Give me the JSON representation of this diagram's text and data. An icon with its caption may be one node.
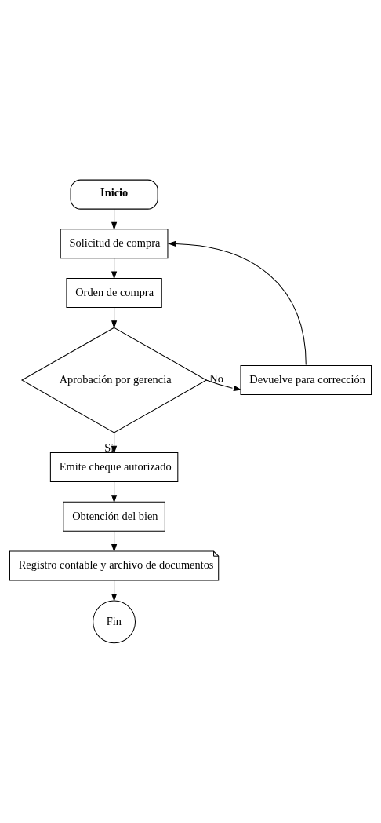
{
  "diagram": {
    "nodes": [
      {
        "text": [
          "Inicio"
        ]
      },
      {
        "text": [
          "Solicitud de compra"
        ]
      },
      {
        "text": [
          "Orden de compra"
        ]
      },
      {
        "text": [
          "Aprobación por gerencia"
        ]
      },
      {
        "text": [
          "Devuelve para corrección"
        ]
      },
      {
        "text": [
          "Emite cheque autorizado"
        ]
      },
      {
        "text": [
          "Obtención del bien"
        ]
      },
      {
        "text": [
          "Registro contable y archivo de documentos"
        ]
      },
      {
        "text": [
          "Fin"
        ]
      }
    ],
    "edges": [
      {
        "from": 0,
        "to": 1,
        "arrow": "to"
      },
      {
        "from": 1,
        "to": 2,
        "arrow": "to"
      },
      {
        "from": 2,
        "to": 3,
        "arrow": "to"
      },
      {
        "from": 3,
        "to": 4,
        "arrow": "to",
        "label": "No"
      },
      {
        "from": 4,
        "to": 1,
        "arrow": "to"
      },
      {
        "from": 3,
        "to": 5,
        "arrow": "to",
        "label": "Si"
      },
      {
        "from": 5,
        "to": 6,
        "arrow": "to"
      },
      {
        "from": 6,
        "to": 7,
        "arrow": "to"
      },
      {
        "from": 7,
        "to": 8,
        "arrow": "to"
      }
    ]
  }
}
